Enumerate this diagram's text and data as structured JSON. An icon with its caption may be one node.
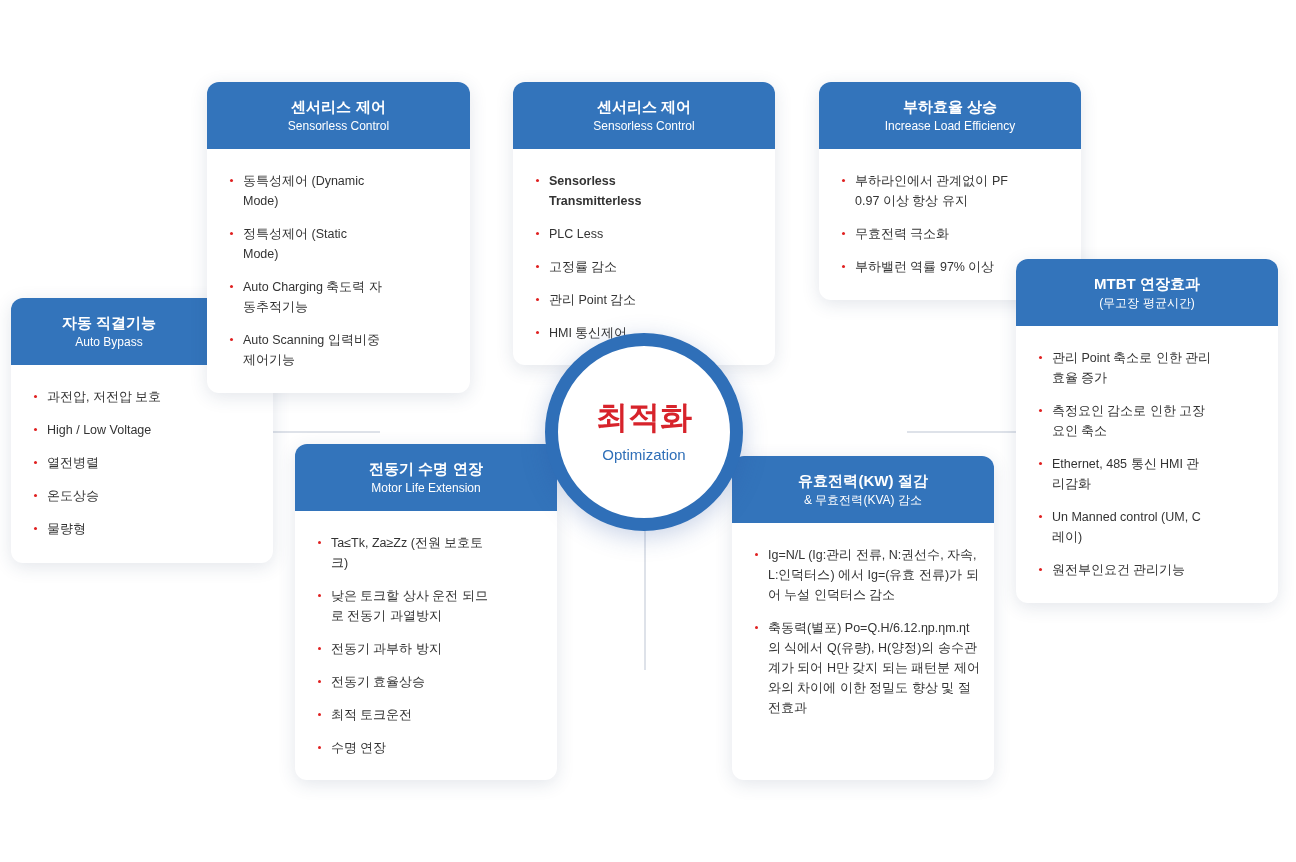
{
  "diagram": {
    "nodes": [
      {
        "text": [
          "센서리스 제어",
          "Sensorless Control",
          "동특성제어 (Dynamic Mode)",
          "정특성제어 (Static Mode)",
          "Auto Charging 축도력 자동추적기능",
          "Auto Scanning 입력비중 제어기능"
        ]
      },
      {
        "text": [
          "센서리스 제어",
          "Sensorless Control",
          "Sensorless Transmitterless",
          "PLC Less",
          "고정률 감소",
          "관리 Point 감소",
          "HMI 통신제어"
        ]
      },
      {
        "text": [
          "부하효율 상승",
          "Increase Load Efficiency",
          "부하라인에서 관계없이 PF 0.97 이상 항상 유지",
          "무효전력 극소화",
          "부하밸런 역률 97% 이상"
        ]
      },
      {
        "text": [
          "자동 직결기능",
          "Auto Bypass",
          "과전압, 저전압 보호",
          "High / Low Voltage",
          "열전병렬",
          "온도상승",
          "물량형"
        ]
      },
      {
        "text": [
          "MTBT 연장효과",
          "(무고장 평균시간)",
          "관리 Point 축소로 인한 관리 효율 증가",
          "측정요인 감소로 인한 고장 요인 축소",
          "Ethernet, 485 통신 HMI 관리감화",
          "Un Manned control (UM, C 레이)",
          "원전부인요건 관리기능"
        ]
      },
      {
        "text": [
          "최적화",
          "Optimization"
        ]
      },
      {
        "text": [
          "전동기 수명 연장",
          "Motor Life Extension",
          "Ta≤Tk, Za≥Zz (전원 보호토크)",
          "낮은 토크할 상사 운전 되므로 전동기 과열방지",
          "전동기 과부하 방지",
          "전동기 효율상승",
          "최적 토크운전",
          "수명 연장"
        ]
      },
      {
        "text": [
          "유효전력(KW) 절감",
          "& 무효전력(KVA) 감소",
          "Ig=N/L (Ig:관리 전류, N:권선수, 자속, L:인덕터스) 에서 Ig=(유효 전류)가 되어 누설 인덕터스 감소",
          "축동력(별포) Po=Q.H/6.12.ηp.ηm.ηt 의 식에서 Q(유량), H(양정)의 송수관계가 되어 H만 갖지 되는 패턴분 제어와의 차이에 이한 정밀도 향상 및 절전효과"
        ]
      }
    ]
  }
}
